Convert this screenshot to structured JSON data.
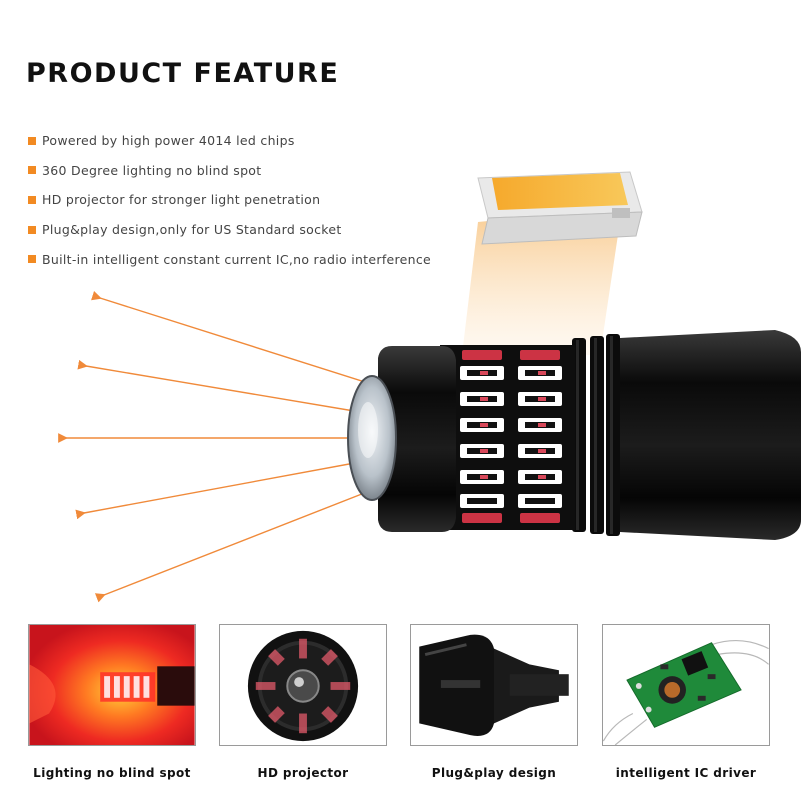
{
  "header": {
    "title": "PRODUCT FEATURE"
  },
  "colors": {
    "accent": "#f28a22",
    "bulb_body": "#121212",
    "led_red": "#d5364a",
    "chip_yellow": "#f6b23a"
  },
  "features": [
    {
      "text": "Powered by high power 4014 led chips"
    },
    {
      "text": "360 Degree lighting no blind spot"
    },
    {
      "text": "HD projector for stronger light penetration"
    },
    {
      "text": "Plug&play design,only for US Standard socket"
    },
    {
      "text": "Built-in intelligent constant current IC,no radio interference"
    }
  ],
  "gallery": [
    {
      "caption": "Lighting no blind spot",
      "image": "red-glow-bulb-image"
    },
    {
      "caption": "HD projector",
      "image": "projector-lens-image"
    },
    {
      "caption": "Plug&play design",
      "image": "socket-base-image"
    },
    {
      "caption": "intelligent IC driver",
      "image": "driver-circuit-board-image"
    }
  ]
}
